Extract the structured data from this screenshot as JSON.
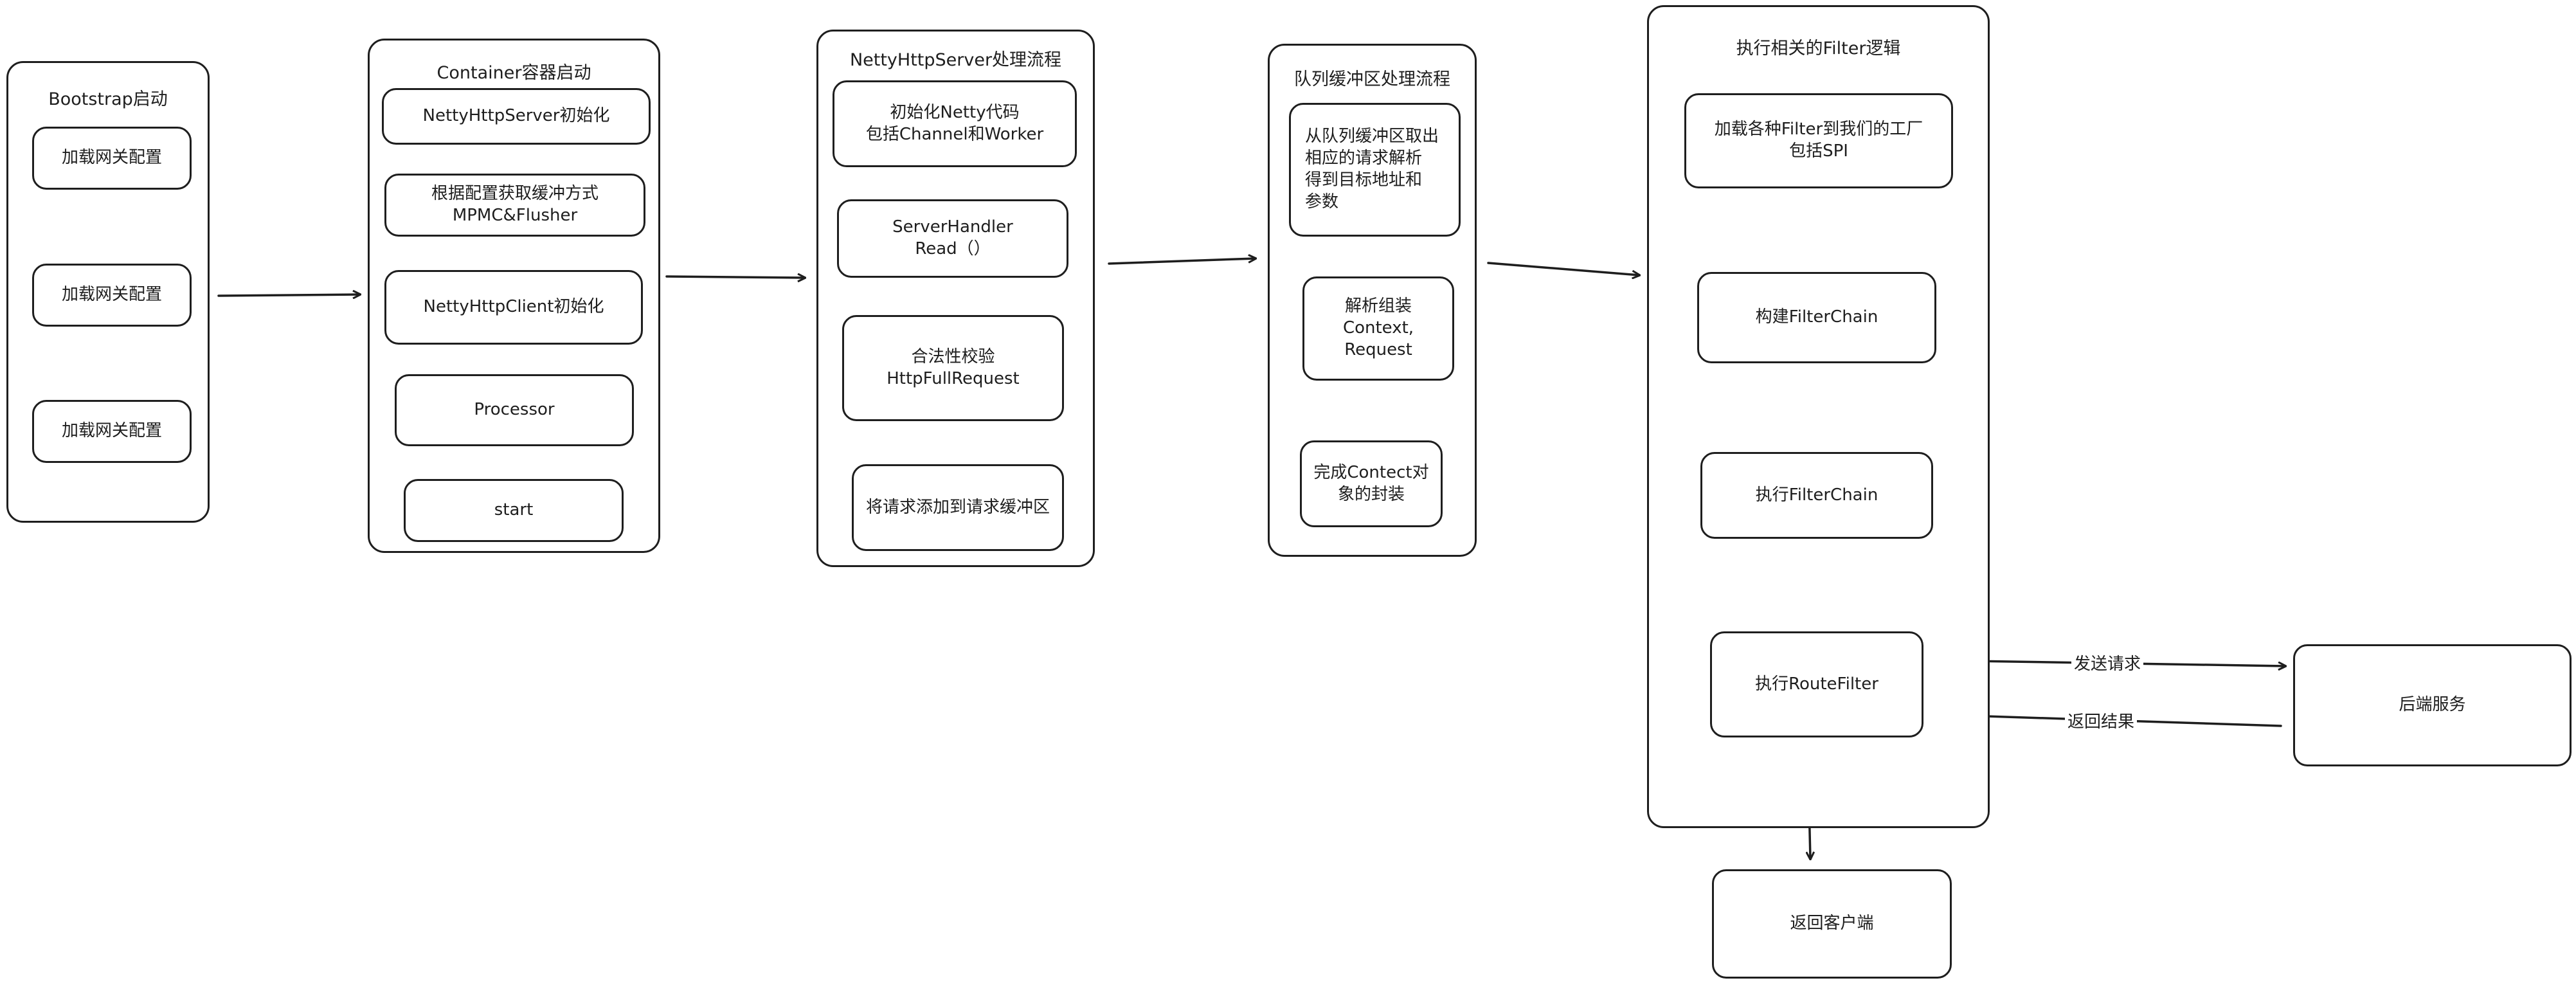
{
  "groups": {
    "bootstrap": {
      "title": "Bootstrap启动",
      "nodes": [
        "加载网关配置",
        "加载网关配置",
        "加载网关配置"
      ]
    },
    "container": {
      "title": "Container容器启动",
      "nodes": [
        "NettyHttpServer初始化",
        "根据配置获取缓冲方式\nMPMC&Flusher",
        "NettyHttpClient初始化",
        "Processor",
        "start"
      ]
    },
    "netty_server": {
      "title": "NettyHttpServer处理流程",
      "nodes": [
        "初始化Netty代码\n包括Channel和Worker",
        "ServerHandler\nRead（）",
        "合法性校验\nHttpFullRequest",
        "将请求添加到请求缓冲区"
      ]
    },
    "queue": {
      "title": "队列缓冲区处理流程",
      "nodes": [
        "从队列缓冲区取出\n相应的请求解析\n得到目标地址和\n参数",
        "解析组装\nContext,\nRequest",
        "完成Contect对\n象的封装"
      ]
    },
    "filter": {
      "title": "执行相关的Filter逻辑",
      "nodes": [
        "加载各种Filter到我们的工厂\n包括SPI",
        "构建FilterChain",
        "执行FilterChain",
        "执行RouteFilter"
      ]
    }
  },
  "standalone": {
    "backend": "后端服务",
    "return_client": "返回客户端"
  },
  "edge_labels": {
    "send_request": "发送请求",
    "return_result": "返回结果"
  },
  "colors": {
    "stroke": "#1e1e1e",
    "background": "#ffffff"
  }
}
